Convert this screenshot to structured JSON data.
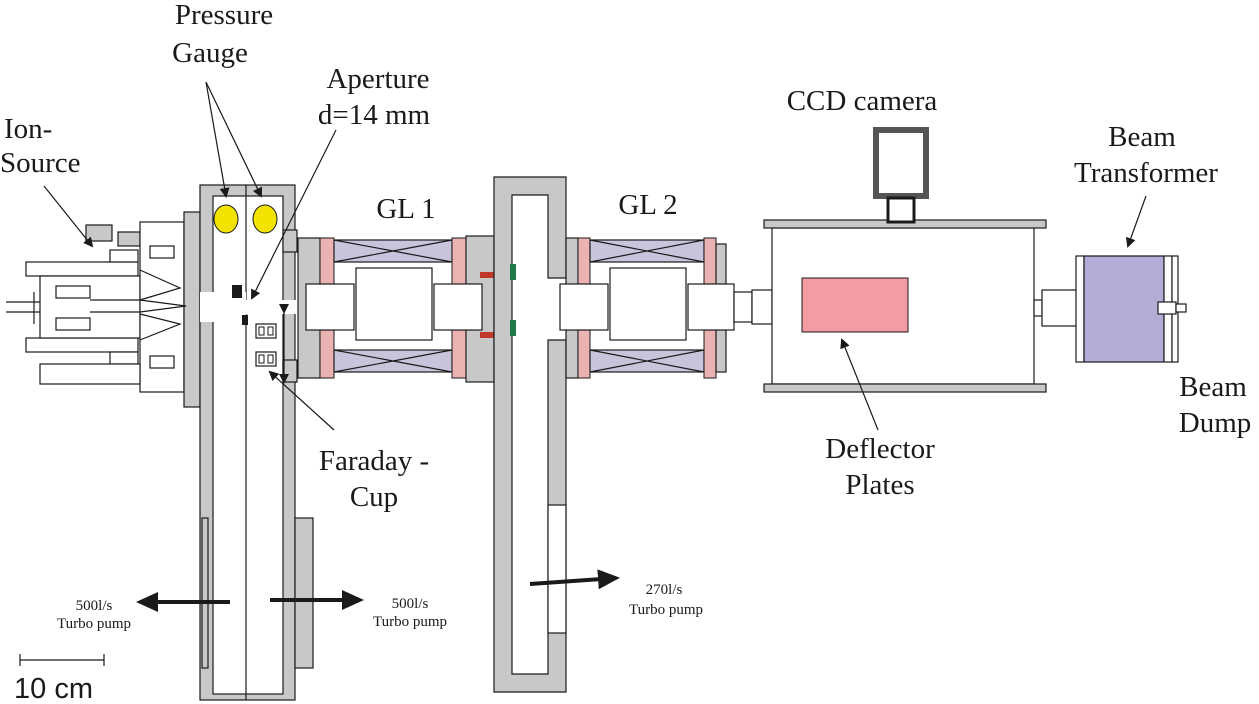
{
  "labels": {
    "pressure_gauge_1": "Pressure",
    "pressure_gauge_2": "Gauge",
    "aperture_1": "Aperture",
    "aperture_2": "d=14 mm",
    "ion_source_1": "Ion-",
    "ion_source_2": "Source",
    "gl1": "GL 1",
    "gl2": "GL 2",
    "ccd": "CCD camera",
    "beam_transformer_1": "Beam",
    "beam_transformer_2": "Transformer",
    "beam_dump_1": "Beam",
    "beam_dump_2": "Dump",
    "faraday_1": "Faraday -",
    "faraday_2": "Cup",
    "deflector_1": "Deflector",
    "deflector_2": "Plates",
    "pump1_rate": "500l/s",
    "pump1_name": "Turbo pump",
    "pump2_rate": "500l/s",
    "pump2_name": "Turbo pump",
    "pump3_rate": "270l/s",
    "pump3_name": "Turbo pump",
    "scale": "10 cm"
  },
  "colors": {
    "gauge": "#f2e400",
    "deflector": "#f29ca4",
    "transformer": "#b3acd6",
    "coil": "#c9c4dc",
    "flange": "#c8c8c8",
    "seal": "#1f7a4a"
  }
}
